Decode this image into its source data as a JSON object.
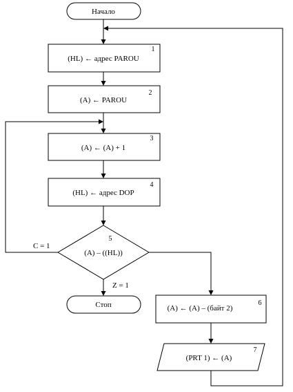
{
  "flowchart": {
    "start_label": "Начало",
    "stop_label": "Стоп",
    "blocks": [
      {
        "number": "1",
        "text": "(HL) ← адрес  PAROU"
      },
      {
        "number": "2",
        "text": "(A)  ← PAROU"
      },
      {
        "number": "3",
        "text": "(A) ← (A) + 1"
      },
      {
        "number": "4",
        "text": "(HL) ← адрес DOP"
      },
      {
        "number": "5",
        "text": "(A) – ((HL))"
      },
      {
        "number": "6",
        "text": "(A) ← (A) – (байт 2)"
      },
      {
        "number": "7",
        "text": "(PRT 1) ← (A)"
      }
    ],
    "branch_c": "C = 1",
    "branch_z": "Z = 1"
  }
}
